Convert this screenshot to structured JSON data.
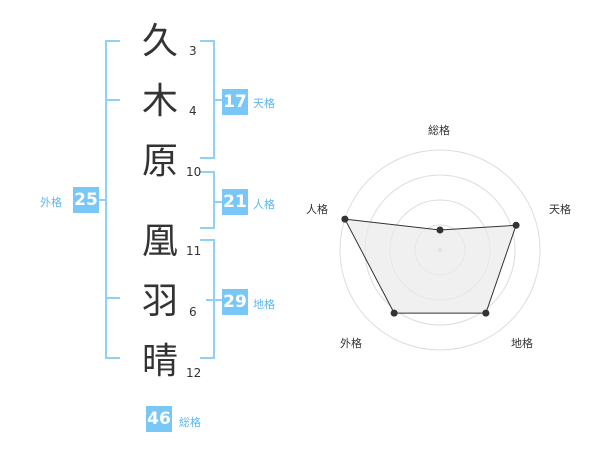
{
  "characters": [
    {
      "char": "久",
      "strokes": "3"
    },
    {
      "char": "木",
      "strokes": "4"
    },
    {
      "char": "原",
      "strokes": "10"
    },
    {
      "char": "凰",
      "strokes": "11"
    },
    {
      "char": "羽",
      "strokes": "6"
    },
    {
      "char": "晴",
      "strokes": "12"
    }
  ],
  "grid": {
    "tenkaku": {
      "value": "17",
      "label": "天格"
    },
    "jinkaku": {
      "value": "21",
      "label": "人格"
    },
    "chikaku": {
      "value": "29",
      "label": "地格"
    },
    "gaikaku": {
      "value": "25",
      "label": "外格"
    },
    "soukaku": {
      "value": "46",
      "label": "総格"
    }
  },
  "colors": {
    "accent": "#78c7f6",
    "label": "#5bb7ee",
    "bracket": "#8fd0f7",
    "radar_fill": "#e9e9e9"
  },
  "chart_data": {
    "type": "radar",
    "axes": [
      "総格",
      "天格",
      "地格",
      "外格",
      "人格"
    ],
    "values": [
      0.2,
      0.8,
      0.78,
      0.78,
      1.0
    ],
    "rings": 4,
    "range": [
      0,
      1
    ]
  }
}
